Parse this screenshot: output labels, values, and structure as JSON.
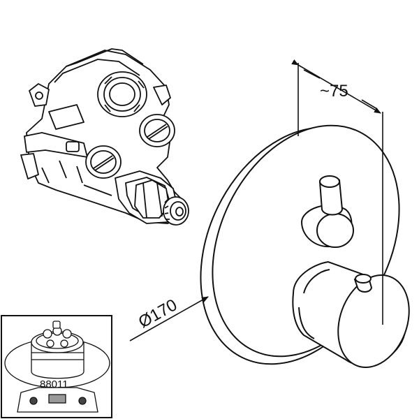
{
  "dimensions": {
    "depth_label": "~75",
    "diameter_label": "Ø170"
  },
  "inset": {
    "part_number": "88011"
  },
  "colors": {
    "line": "#111111",
    "background": "#ffffff"
  }
}
